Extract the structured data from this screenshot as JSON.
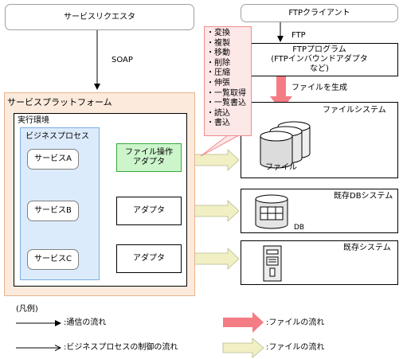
{
  "service_requester": "サービスリクエスタ",
  "ftp_client": "FTPクライアント",
  "ftp_label": "FTP",
  "soap_label": "SOAP",
  "ftp_program": [
    "FTPプログラム",
    "(FTPインバウンドアダプタ",
    "など)"
  ],
  "file_generation": "ファイルを生成",
  "operations": [
    "・変換",
    "・複製",
    "・移動",
    "・削除",
    "・圧縮",
    "・伸張",
    "・一覧取得",
    "・一覧書込",
    "・読込",
    "・書込"
  ],
  "platform": "サービスプラットフォーム",
  "exec_env": "実行環境",
  "business_process": "ビジネスプロセス",
  "service_a": "サービスA",
  "service_b": "サービスB",
  "service_c": "サービスC",
  "file_adapter": [
    "ファイル操作",
    "アダプタ"
  ],
  "adapter": "アダプタ",
  "file_system": "ファイルシステム",
  "file_label": "ファイル",
  "existing_db_system": "既存DBシステム",
  "db_label": "DB",
  "existing_system": "既存システム",
  "legend": {
    "title": "(凡例)",
    "comm_flow": ":通信の流れ",
    "control_flow": ":ビジネスプロセスの制御の流れ",
    "file_flow_pink": ":ファイルの流れ",
    "file_flow_yellow": ":ファイルの流れ"
  },
  "colors": {
    "platform_bg": "#fcebdd",
    "platform_border": "#e8b48c",
    "bp_bg": "#dcebfb",
    "bp_border": "#7aaee0",
    "adapter_green": "#ccf5cc",
    "adapter_green_border": "#38a838",
    "pink_arrow": "#f47c84",
    "yellow_arrow": "#f0f0c4",
    "callout_bg": "#fde8e8",
    "callout_border": "#f08c8c"
  }
}
